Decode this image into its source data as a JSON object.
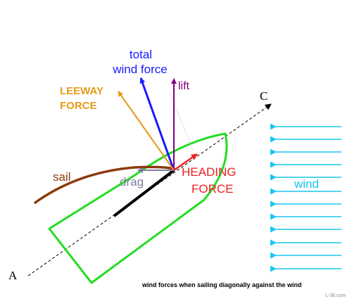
{
  "labels": {
    "point_a": "A",
    "point_c": "C",
    "total_line1": "total",
    "total_line2": "wind force",
    "lift": "lift",
    "leeway_line1": "LEEWAY",
    "leeway_line2": "FORCE",
    "sail": "sail",
    "drag": "drag",
    "heading_line1": "HEADING",
    "heading_line2": "FORCE",
    "wind": "wind",
    "caption": "wind forces when sailing diagonally against the wind",
    "watermark": "L-36.com"
  },
  "colors": {
    "hull": "#22dd22",
    "total_wind_force": "#1a1aff",
    "lift": "#800080",
    "leeway_force": "#e69a1a",
    "heading_force": "#ee2222",
    "drag": "#7f7fa0",
    "sail": "#8b3a0c",
    "wind": "#19c6f0",
    "mast_boom": "#000000",
    "course_line": "#000000"
  },
  "wind_arrow_count": 12
}
